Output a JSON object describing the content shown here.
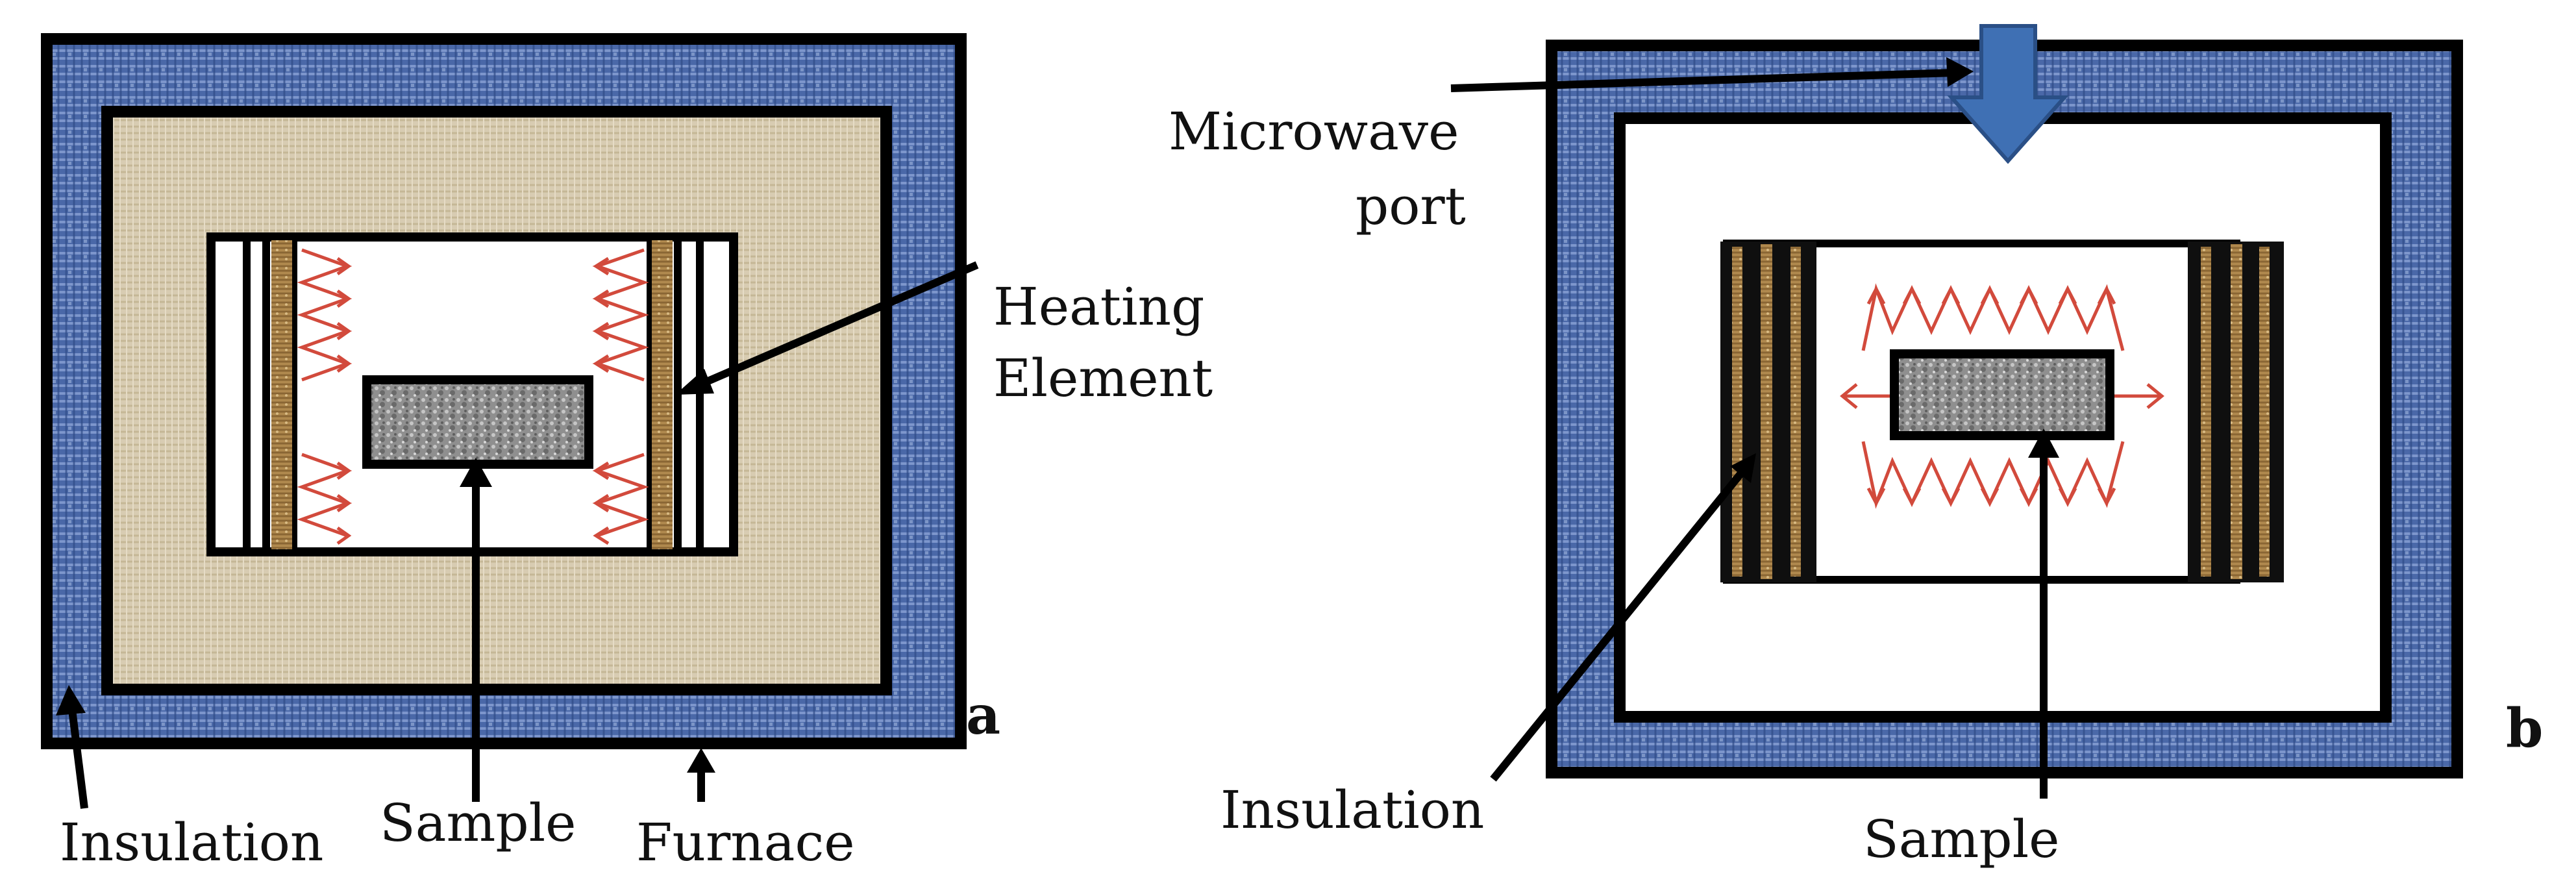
{
  "panel_a": {
    "letter": "a",
    "labels": {
      "heating_line1": "Heating",
      "heating_line2": "Element",
      "insulation": "Insulation",
      "sample": "Sample",
      "furnace": "Furnace"
    }
  },
  "panel_b": {
    "letter": "b",
    "labels": {
      "microwave_line1": "Microwave",
      "microwave_line2": "port",
      "insulation": "Insulation",
      "sample": "Sample"
    }
  },
  "colors": {
    "insulation_blue": "#4a68a8",
    "furnace_tan": "#d8ccb2",
    "sample_gray": "#8f8f8f",
    "heating_coil": "#b0894e",
    "heat_red": "#d24a3c",
    "port_arrow": "#3f70b4",
    "outline": "#000000"
  }
}
